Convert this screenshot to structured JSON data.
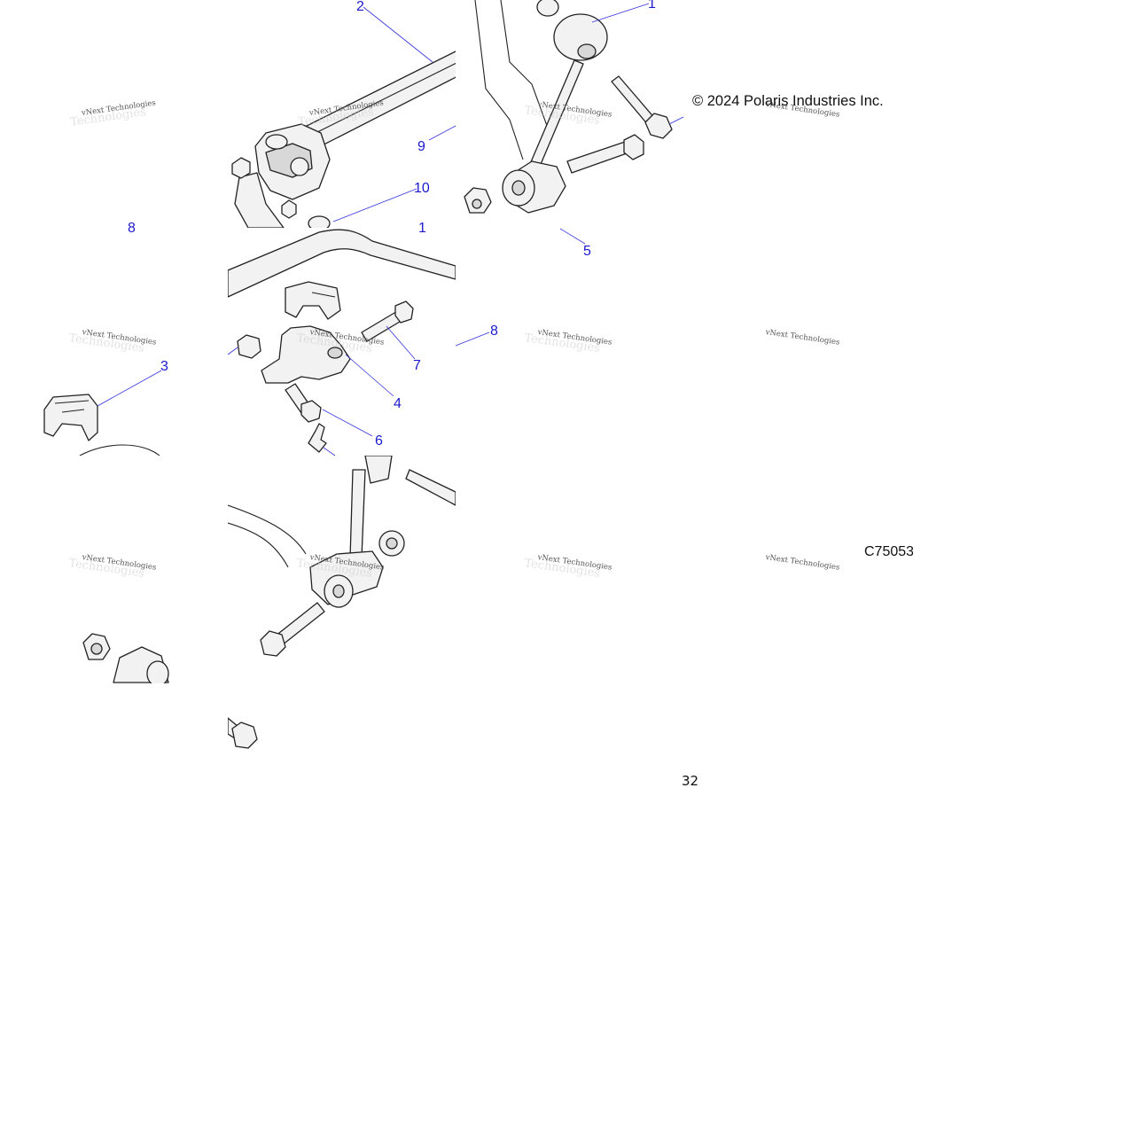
{
  "copyright": "© 2024 Polaris Industries Inc.",
  "diagram_code": "C75053",
  "page_number": "32",
  "watermark": {
    "line1": "vNext Technologies",
    "line2": "Technologies"
  },
  "callouts": {
    "c1": "1",
    "c2": "2",
    "c3": "3",
    "c4": "4",
    "c5": "5",
    "c6": "6",
    "c7": "7",
    "c8": "8",
    "c9": "9",
    "c10": "10",
    "c1b": "1",
    "c8b": "8"
  }
}
